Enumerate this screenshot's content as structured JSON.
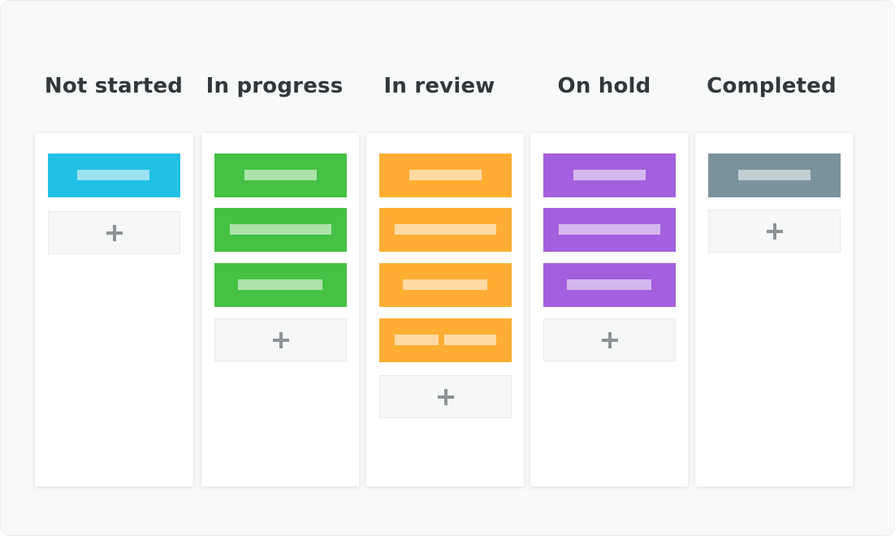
{
  "colors": {
    "not_started": "#21c0e5",
    "in_progress": "#45c144",
    "in_review": "#ffae33",
    "on_hold": "#a35fdd",
    "completed": "#7a929c"
  },
  "icons": {
    "add": "plus-icon"
  },
  "columns": [
    {
      "title": "Not started",
      "card_count": 1
    },
    {
      "title": "In progress",
      "card_count": 3
    },
    {
      "title": "In review",
      "card_count": 4
    },
    {
      "title": "On hold",
      "card_count": 3
    },
    {
      "title": "Completed",
      "card_count": 1
    }
  ]
}
